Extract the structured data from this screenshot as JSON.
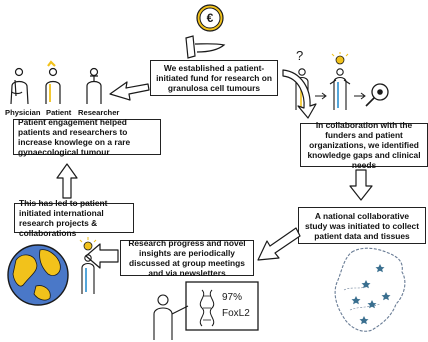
{
  "boxes": {
    "fund": "We established a patient-initiated fund for research on granulosa cell tumours",
    "collaboration": "In collaboration with the funders and patient organizations, we identified knowledge gaps and clinical needs",
    "national": "A national collaborative study was initiated  to collect patient data and tissues",
    "progress": "Research progress and novel insights are periodically discussed at group meetings and via newsletters",
    "international": "This has led to patient initiated international research projects & collaborations",
    "engagement": "Patient engagement helped patients and researchers to increase knowlege on a rare gynaecological tumour"
  },
  "people": {
    "physician": "Physician",
    "patient": "Patient",
    "researcher": "Researcher"
  },
  "symbols": {
    "euro": "€",
    "question": "?",
    "board_line1": "97%",
    "board_line2": "FoxL2"
  },
  "colors": {
    "accent_yellow": "#f2c21b",
    "ink": "#1a1a1a",
    "ocean_blue": "#4a78c8"
  }
}
